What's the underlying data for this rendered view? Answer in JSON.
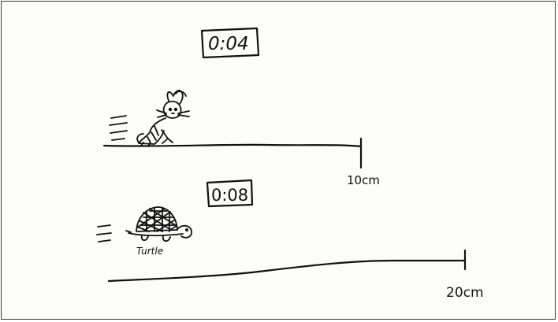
{
  "top_scene": {
    "timer": "0:04",
    "distance_label": "10cm",
    "animal_icon": "rabbit-icon"
  },
  "bottom_scene": {
    "timer": "0:08",
    "distance_label": "20cm",
    "animal_icon": "turtle-icon",
    "animal_label": "Turtle"
  }
}
